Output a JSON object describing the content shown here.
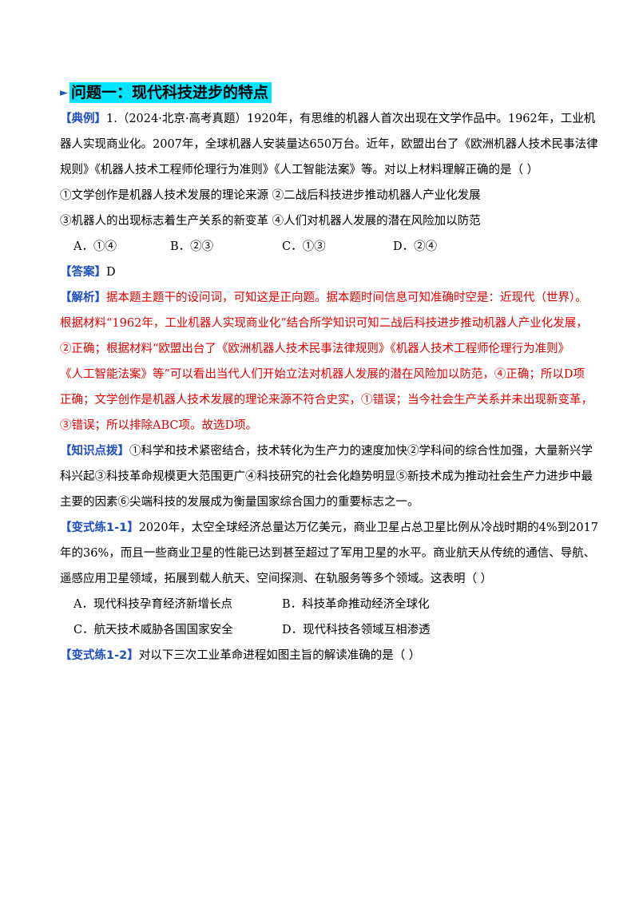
{
  "section": {
    "arrow": "►",
    "title": "问题一：现代科技进步的特点"
  },
  "example": {
    "tag": "【典例】",
    "lines": [
      "1.（2024·北京·高考真题）1920年，有思维的机器人首次出现在文学作品中。1962年，工业机",
      "器人实现商业化。2007年，全球机器人安装量达650万台。近年，欧盟出台了《欧洲机器人技术民事法律",
      "规则》《机器人技术工程师伦理行为准则》《人工智能法案》等。对以上材料理解正确的是（    ）",
      "①文学创作是机器人技术发展的理论来源   ②二战后科技进步推动机器人产业化发展",
      "③机器人的出现标志着生产关系的新变革   ④人们对机器人发展的潜在风险加以防范"
    ],
    "options": [
      "A．①④",
      "B．②③",
      "C．①③",
      "D．②④"
    ]
  },
  "answer": {
    "tag": "【答案】",
    "value": "D"
  },
  "analysis": {
    "tag": "【解析】",
    "lines": [
      "据本题主题干的设问词，可知这是正向题。据本题时间信息可知准确时空是：近现代（世界）。",
      "根据材料“1962年，工业机器人实现商业化”结合所学知识可知二战后科技进步推动机器人产业化发展，",
      "②正确；根据材料“欧盟出台了《欧洲机器人技术民事法律规则》《机器人技术工程师伦理行为准则》",
      "《人工智能法案》等”可以看出当代人们开始立法对机器人发展的潜在风险加以防范，④正确；所以D项",
      "正确；文学创作是机器人技术发展的理论来源不符合史实，①错误；当今社会生产关系并未出现新变革，",
      "③错误；所以排除ABC项。故选D项。"
    ]
  },
  "knowledge": {
    "tag": "【知识点拨】",
    "lines": [
      "①科学和技术紧密结合，技术转化为生产力的速度加快②学科间的综合性加强，大量新兴学",
      "科兴起③科技革命规模更大范围更广④科技研究的社会化趋势明显⑤新技术成为推动社会生产力进步中最",
      "主要的因素⑥尖端科技的发展成为衡量国家综合国力的重要标志之一。"
    ]
  },
  "practice1": {
    "tag": "【变式练1-1】",
    "lines": [
      "2020年，太空全球经济总量达万亿美元，商业卫星占总卫星比例从冷战时期的4%到2017",
      "年的36%，而且一些商业卫星的性能已达到甚至超过了军用卫星的水平。商业航天从传统的通信、导航、",
      "遥感应用卫星领域，拓展到载人航天、空间探测、在轨服务等多个领域。这表明（    ）"
    ],
    "options": [
      "A．现代科技孕育经济新增长点",
      "B．科技革命推动经济全球化",
      "C．航天技术威胁各国国家安全",
      "D．现代科技各领域互相渗透"
    ]
  },
  "practice2": {
    "tag": "【变式练1-2】",
    "text": "对以下三次工业革命进程如图主旨的解读准确的是（    ）"
  }
}
